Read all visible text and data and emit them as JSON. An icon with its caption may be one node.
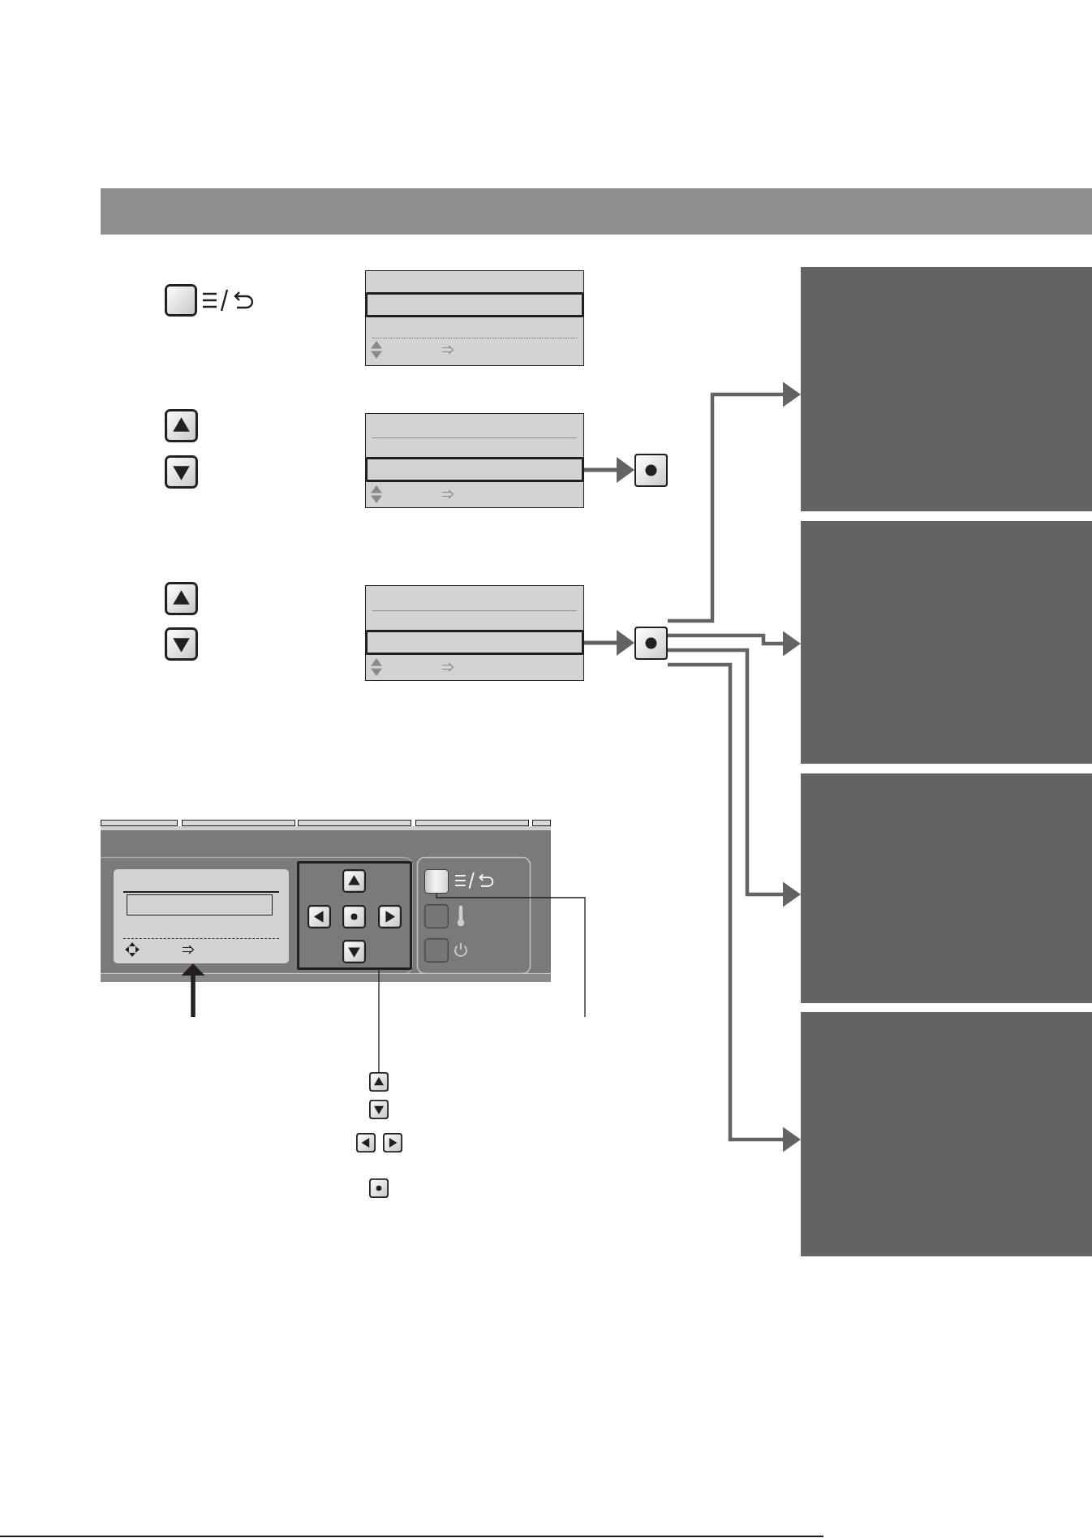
{
  "diagram": {
    "nodes": [
      {
        "text": [],
        "shape": "screen"
      },
      {
        "text": [],
        "shape": "bar",
        "in": 0
      },
      {
        "text": [],
        "shape": "screen"
      },
      {
        "text": [],
        "shape": "bar",
        "in": 2
      },
      {
        "text": [],
        "shape": "button"
      },
      {
        "text": [],
        "shape": "screen"
      },
      {
        "text": [],
        "shape": "bar",
        "in": 5
      },
      {
        "text": [],
        "shape": "button"
      },
      {
        "text": [],
        "shape": "box"
      },
      {
        "text": [],
        "shape": "box"
      },
      {
        "text": [],
        "shape": "box"
      },
      {
        "text": [],
        "shape": "box"
      },
      {
        "text": [],
        "shape": "picture"
      },
      {
        "text": [],
        "shape": "screen",
        "in": 12
      },
      {
        "text": [],
        "shape": "bar",
        "in": 13
      },
      {
        "text": [],
        "shape": "keypad",
        "in": 12
      },
      {
        "text": [],
        "shape": "button",
        "in": 12
      },
      {
        "text": [],
        "shape": "button"
      }
    ],
    "edges": [
      {
        "from": 3,
        "to": 4,
        "arrow": "to"
      },
      {
        "from": 6,
        "to": 7,
        "arrow": "to"
      },
      {
        "from": 7,
        "to": 8,
        "arrow": "to"
      },
      {
        "from": 7,
        "to": 9,
        "arrow": "to"
      },
      {
        "from": 7,
        "to": 10,
        "arrow": "to"
      },
      {
        "from": 7,
        "to": 11,
        "arrow": "to"
      },
      {
        "from": null,
        "to": 13,
        "arrow": "to",
        "color": "#231f20"
      },
      {
        "from": 17,
        "to": 15,
        "arrow": "none",
        "color": "#231f20"
      },
      {
        "from": null,
        "to": 16,
        "arrow": "none",
        "color": "#231f20"
      }
    ]
  }
}
